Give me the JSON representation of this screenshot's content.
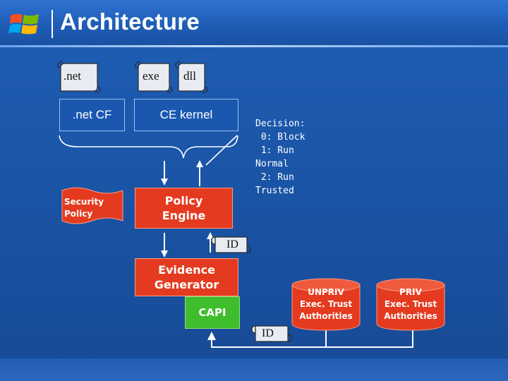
{
  "slide": {
    "title": "Architecture",
    "colors": {
      "background": "#1b56a8",
      "red": "#e43b20",
      "green": "#3fbd2c",
      "scroll": "#e8ecf2"
    }
  },
  "diagram": {
    "scrolls": {
      "dotnet": ".net",
      "exe": "exe",
      "dll": "dll",
      "id_top": "ID",
      "id_bottom": "ID"
    },
    "boxes": {
      "dotnet_cf": ".net CF",
      "ce_kernel": "CE kernel",
      "policy_engine": [
        "Policy",
        "Engine"
      ],
      "evidence_generator": [
        "Evidence",
        "Generator"
      ],
      "capi": "CAPI"
    },
    "security_policy": [
      "Security",
      "Policy"
    ],
    "decision": [
      "Decision:",
      " 0: Block",
      " 1: Run",
      "Normal",
      " 2: Run",
      "Trusted"
    ],
    "cylinders": {
      "unpriv": [
        "UNPRIV",
        "Exec. Trust",
        "Authorities"
      ],
      "priv": [
        "PRIV",
        "Exec. Trust",
        "Authorities"
      ]
    }
  }
}
